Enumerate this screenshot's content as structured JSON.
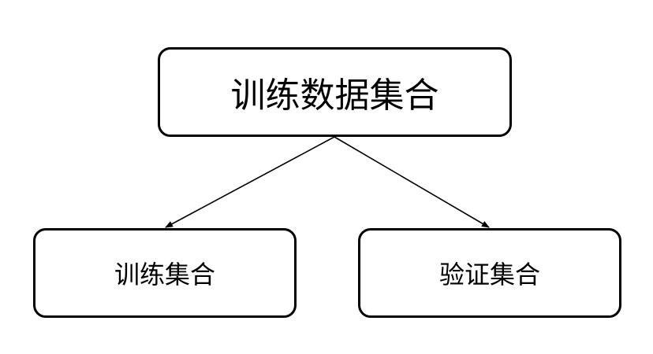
{
  "diagram": {
    "root": {
      "label": "训练数据集合"
    },
    "children": [
      {
        "label": "训练集合"
      },
      {
        "label": "验证集合"
      }
    ],
    "colors": {
      "stroke": "#000000",
      "background": "#ffffff",
      "text": "#000000"
    }
  }
}
